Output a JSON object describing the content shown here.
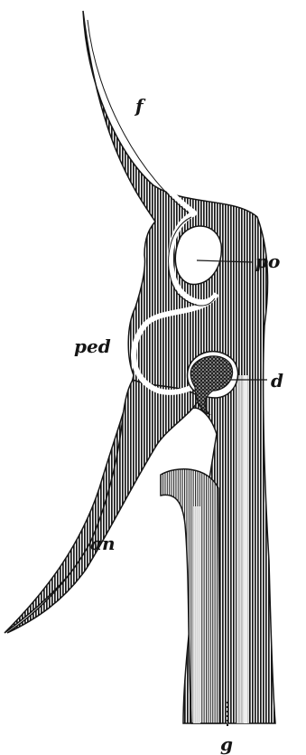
{
  "figure": {
    "labels": {
      "f": "f",
      "po": "po",
      "ped": "ped",
      "d": "d",
      "an": "an",
      "g": "g"
    },
    "colors": {
      "ink": "#151515",
      "background": "#ffffff",
      "cavity": "#ffffff",
      "light_stripe": "#d9d9d9"
    }
  }
}
